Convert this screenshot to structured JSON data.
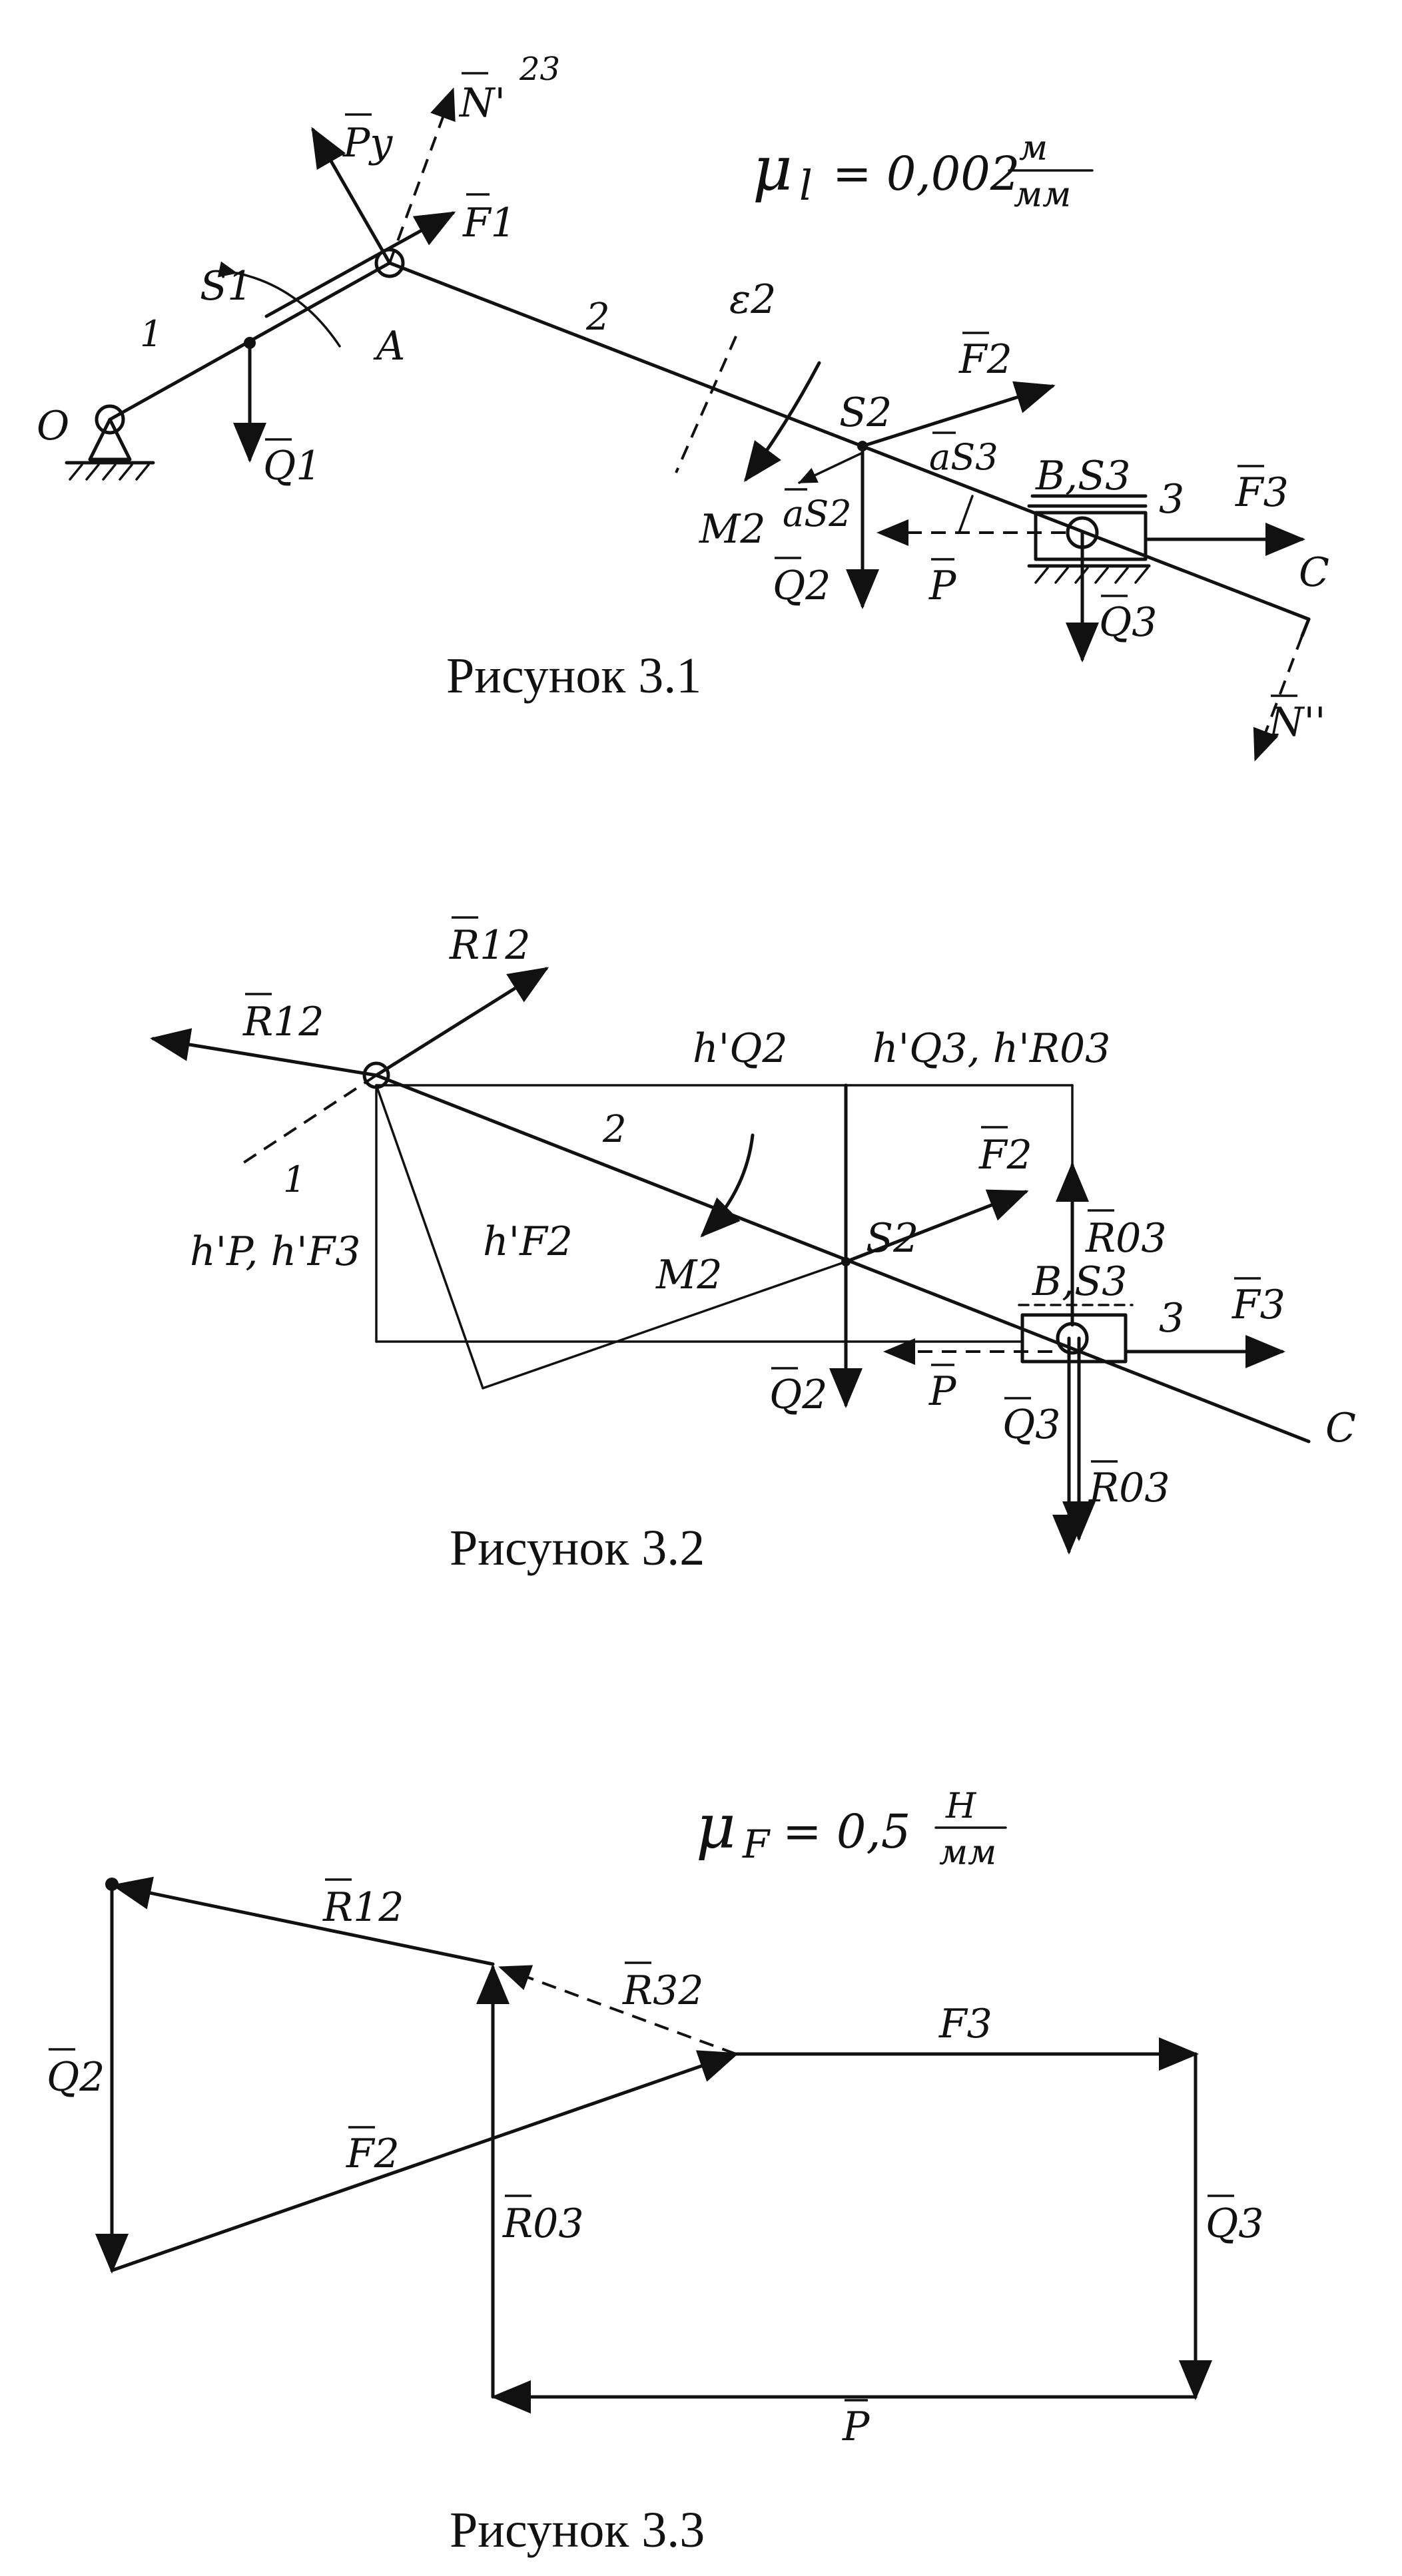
{
  "figure1": {
    "caption": "Рисунок 3.1",
    "scale": {
      "symbol": "μ",
      "sub": "l",
      "eq": "= 0,002",
      "num": "м",
      "den": "мм"
    },
    "labels": {
      "O": "O",
      "A": "A",
      "C": "C",
      "S1": "S1",
      "S2": "S2",
      "B_S3": "B,S3",
      "link1": "1",
      "link2": "2",
      "link3": "3",
      "Py": "Pу",
      "N23": "N'",
      "N23_sup": "23",
      "F1": "F1",
      "Q1": "Q1",
      "eps2": "ε2",
      "M2": "M2",
      "F2": "F2",
      "aS3": "aS3",
      "aS2": "aS2",
      "Q2": "Q2",
      "P": "P",
      "F3": "F3",
      "Q3": "Q3",
      "N2": "N''"
    }
  },
  "figure2": {
    "caption": "Рисунок 3.2",
    "labels": {
      "R12_top": "R12",
      "R12_left": "R12",
      "link1": "1",
      "link2": "2",
      "link3": "3",
      "hQ2": "h'Q2",
      "hQ3": "h'Q3, h'R03",
      "hP": "h'P, h'F3",
      "hF2": "h'F2",
      "M2": "M2",
      "S2": "S2",
      "F2": "F2",
      "R03_up": "R03",
      "R03_down": "R03",
      "B_S3": "B,S3",
      "F3": "F3",
      "Q2": "Q2",
      "P": "P",
      "Q3": "Q3",
      "C": "C"
    }
  },
  "figure3": {
    "caption": "Рисунок 3.3",
    "scale": {
      "symbol": "μ",
      "sub": "F",
      "eq": "= 0,5",
      "num": "Н",
      "den": "мм"
    },
    "labels": {
      "R12": "R12",
      "R32": "R32",
      "F3": "F3",
      "Q2": "Q2",
      "F2": "F2",
      "R03": "R03",
      "Q3": "Q3",
      "P": "P"
    }
  }
}
